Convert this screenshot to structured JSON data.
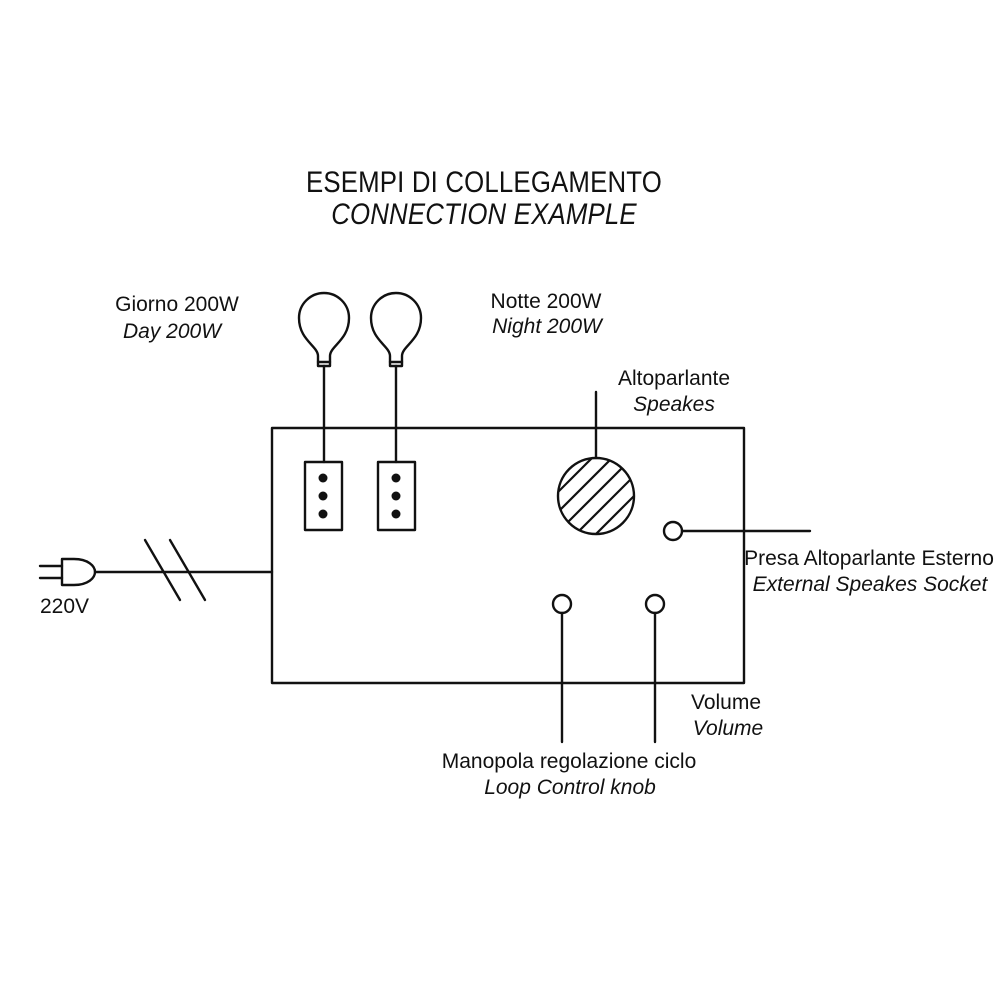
{
  "title": {
    "line1": "ESEMPI DI COLLEGAMENTO",
    "line2": "CONNECTION EXAMPLE"
  },
  "lamps": {
    "day": {
      "it": "Giorno 200W",
      "en": "Day 200W"
    },
    "night": {
      "it": "Notte 200W",
      "en": "Night 200W"
    }
  },
  "speaker": {
    "it": "Altoparlante",
    "en": "Speakes"
  },
  "external_socket": {
    "it": "Presa Altoparlante Esterno",
    "en": "External Speakes Socket"
  },
  "power": {
    "label": "220V"
  },
  "volume": {
    "it": "Volume",
    "en": "Volume"
  },
  "loop_knob": {
    "it": "Manopola regolazione ciclo",
    "en": "Loop Control knob"
  },
  "colors": {
    "ink": "#111111",
    "background": "#ffffff"
  }
}
